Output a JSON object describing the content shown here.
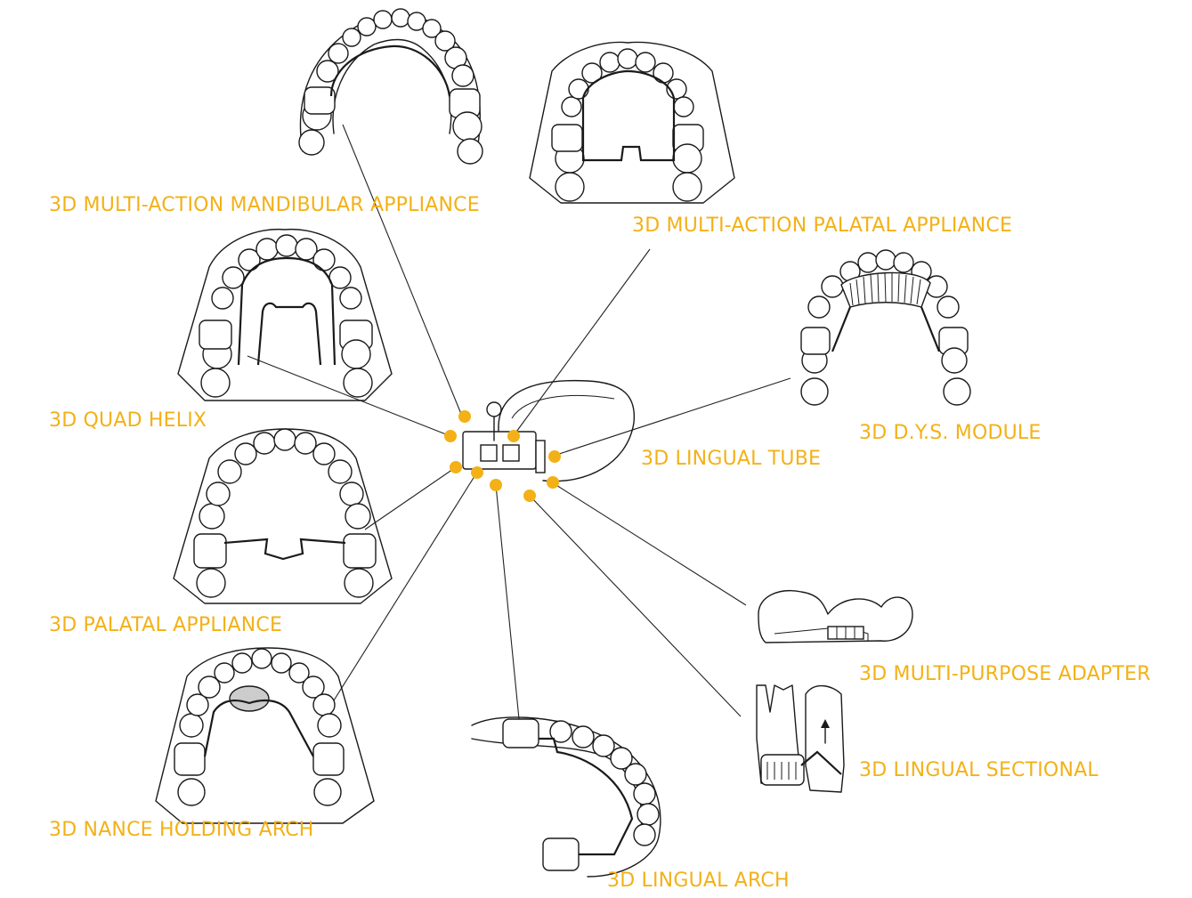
{
  "accent_color": "#f3b117",
  "labels": {
    "mandibular": "3D MULTI-ACTION MANDIBULAR APPLIANCE",
    "palatal_multi": "3D MULTI-ACTION PALATAL APPLIANCE",
    "quad_helix": "3D QUAD HELIX",
    "dys": "3D D.Y.S. MODULE",
    "lingual_tube": "3D LINGUAL TUBE",
    "palatal": "3D PALATAL APPLIANCE",
    "multi_purpose": "3D MULTI-PURPOSE ADAPTER",
    "nance": "3D NANCE HOLDING ARCH",
    "lingual_sectional": "3D LINGUAL SECTIONAL",
    "lingual_arch": "3D LINGUAL ARCH"
  }
}
